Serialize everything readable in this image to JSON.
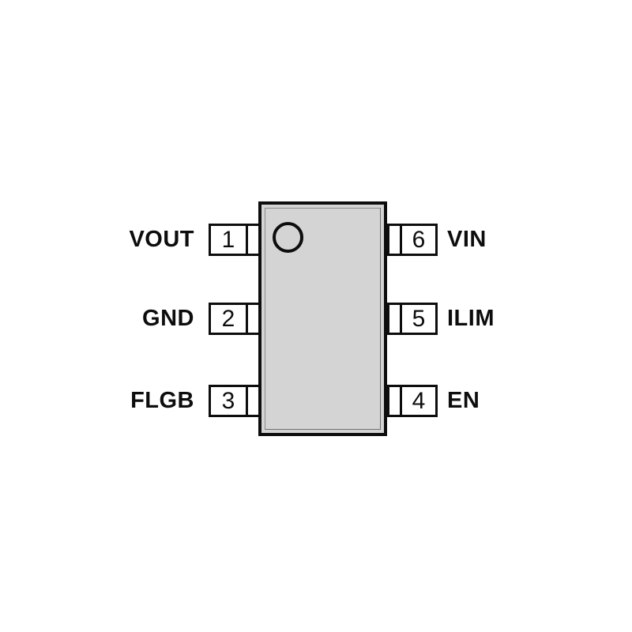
{
  "diagram": {
    "type": "ic-pinout",
    "package_outline": {
      "fill_color": "#d4d4d4",
      "border_color": "#0d0d0d"
    },
    "pin1_marker": {
      "shape": "circle",
      "name": "pin-1-indicator-dot"
    },
    "pins": [
      {
        "number": "1",
        "name": "VOUT",
        "side": "left",
        "row": 1
      },
      {
        "number": "2",
        "name": "GND",
        "side": "left",
        "row": 2
      },
      {
        "number": "3",
        "name": "FLGB",
        "side": "left",
        "row": 3
      },
      {
        "number": "4",
        "name": "EN",
        "side": "right",
        "row": 3
      },
      {
        "number": "5",
        "name": "ILIM",
        "side": "right",
        "row": 2
      },
      {
        "number": "6",
        "name": "VIN",
        "side": "right",
        "row": 1
      }
    ]
  }
}
